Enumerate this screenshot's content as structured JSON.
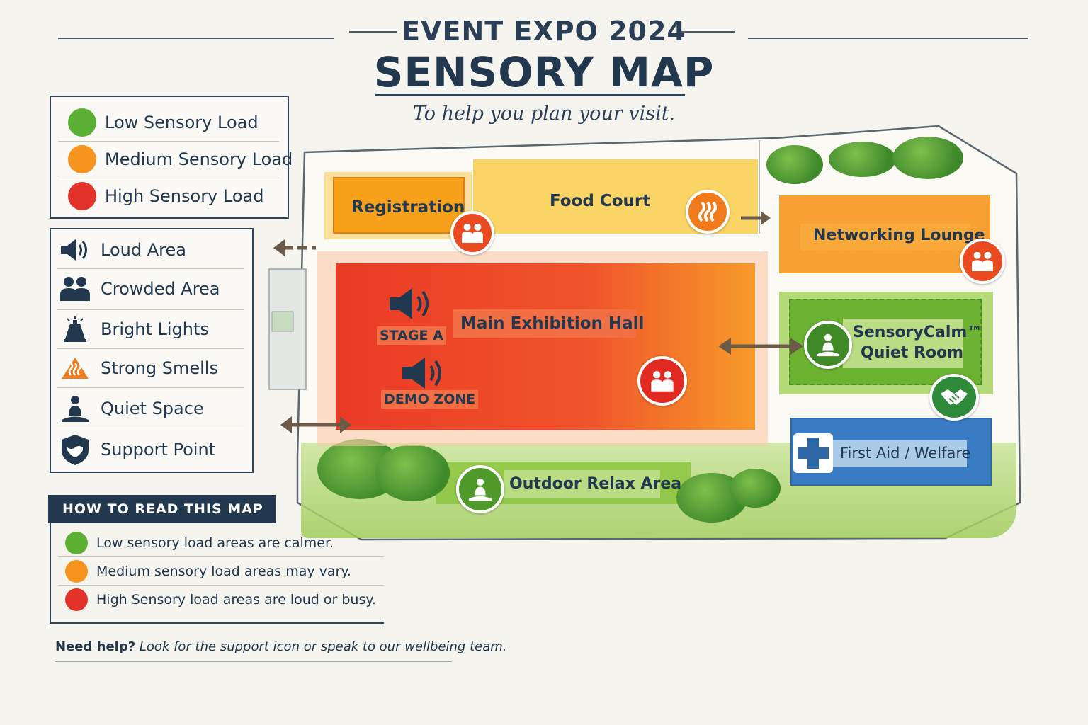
{
  "header": {
    "event_title": "EVENT EXPO 2024",
    "map_title": "SENSORY MAP",
    "subtitle": "To help you plan your visit."
  },
  "colors": {
    "low": "#5bb033",
    "medium": "#f7941d",
    "high": "#e2322a",
    "navy": "#22384f",
    "blue": "#3a7cc4"
  },
  "load_legend": [
    {
      "label": "Low Sensory Load",
      "level": "low"
    },
    {
      "label": "Medium Sensory Load",
      "level": "medium"
    },
    {
      "label": "High Sensory Load",
      "level": "high"
    }
  ],
  "icon_legend": [
    {
      "label": "Loud Area",
      "icon": "speaker-icon"
    },
    {
      "label": "Crowded Area",
      "icon": "people-icon"
    },
    {
      "label": "Bright Lights",
      "icon": "bright-lights-icon"
    },
    {
      "label": "Strong Smells",
      "icon": "smell-icon"
    },
    {
      "label": "Quiet Space",
      "icon": "meditation-icon"
    },
    {
      "label": "Support Point",
      "icon": "support-shield-icon"
    }
  ],
  "how_to_read": {
    "heading": "HOW TO READ THIS MAP",
    "rows": [
      {
        "text": "Low sensory load areas are calmer.",
        "level": "low"
      },
      {
        "text": "Medium sensory load areas may vary.",
        "level": "medium"
      },
      {
        "text": "High Sensory load areas are loud or busy.",
        "level": "high"
      }
    ]
  },
  "footer": {
    "need_help": "Need help?",
    "help_text": "Look for the support icon or speak to our wellbeing team."
  },
  "zones": {
    "registration": "Registration",
    "food_court": "Food Court",
    "networking": "Networking Lounge",
    "main_hall": "Main Exhibition Hall",
    "stage_a": "STAGE A",
    "demo_zone": "DEMO ZONE",
    "quiet_room_1": "SensoryCalm™",
    "quiet_room_2": "Quiet Room",
    "first_aid": "First Aid / Welfare",
    "outdoor": "Outdoor Relax Area"
  }
}
